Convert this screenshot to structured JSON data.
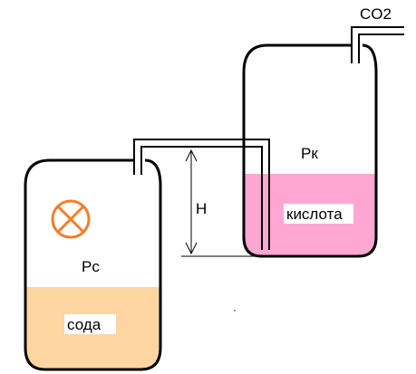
{
  "labels": {
    "gas": "CO2",
    "acid_pressure": "Рк",
    "acid": "кислота",
    "height": "Н",
    "soda_pressure": "Рс",
    "soda": "сода"
  },
  "colors": {
    "outline": "#000000",
    "acid_liquid": "#ffa6d2",
    "soda_liquid": "#fcd5a1",
    "heater": "#f07f2b",
    "label_background": "#ffffff"
  },
  "icons": {
    "heater": "heater-cross-circle-icon"
  }
}
